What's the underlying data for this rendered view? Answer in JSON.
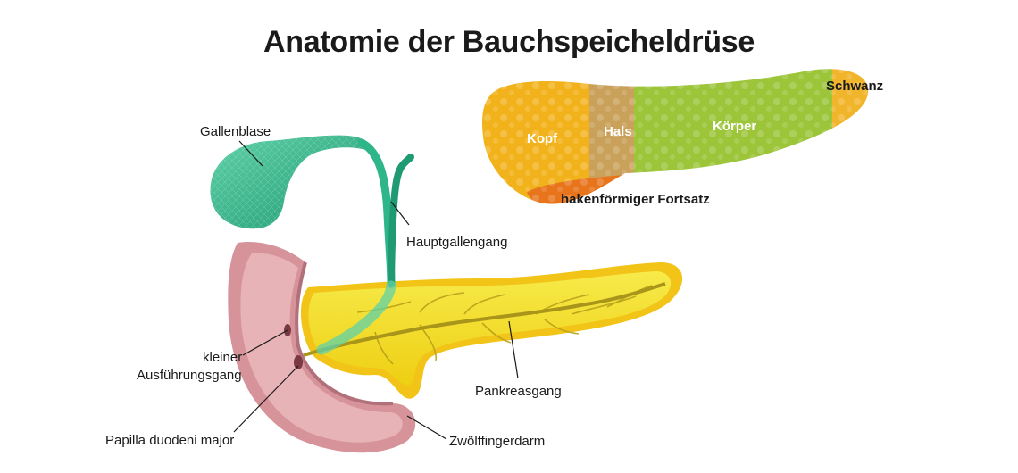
{
  "title": "Anatomie der Bauchspeicheldrüse",
  "segments": {
    "kopf": "Kopf",
    "hals": "Hals",
    "koerper": "Körper",
    "schwanz": "Schwanz",
    "fortsatz": "hakenförmiger Fortsatz"
  },
  "labels": {
    "gallenblase": "Gallenblase",
    "hauptgallengang": "Hauptgallengang",
    "kleiner_line1": "kleiner",
    "kleiner_line2": "Ausführungsgang",
    "papilla": "Papilla duodeni major",
    "pankreasgang": "Pankreasgang",
    "zwoelffingerdarm": "Zwölffingerdarm"
  },
  "colors": {
    "kopf": "#f2b21c",
    "hals": "#c9a15a",
    "koerper": "#9cc53a",
    "schwanz": "#f0b52a",
    "fortsatz": "#e8741c",
    "pancreas": "#f2dc1a",
    "gallbladder": "#2fb58a",
    "duodenum": "#d99aa0"
  }
}
